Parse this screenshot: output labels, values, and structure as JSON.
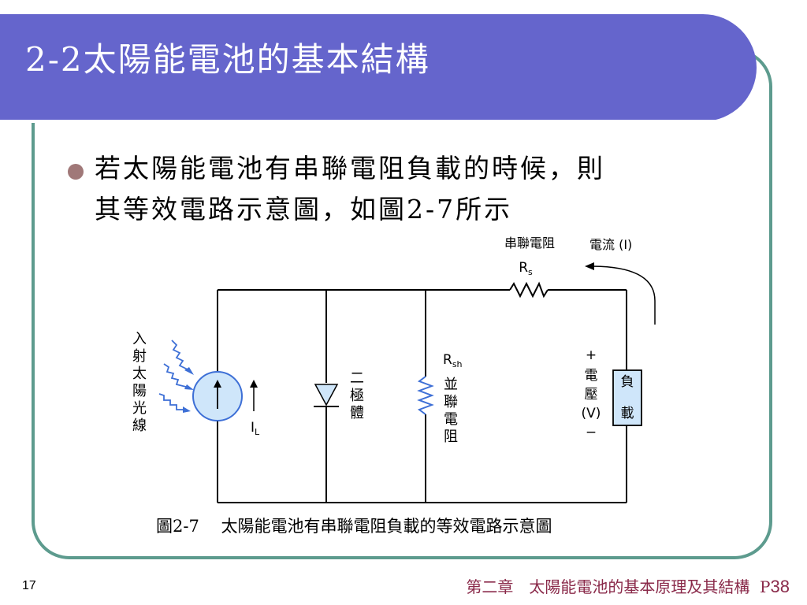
{
  "slide": {
    "title": "2-2太陽能電池的基本結構",
    "bullet_line1": "若太陽能電池有串聯電阻負載的時候，則",
    "bullet_line2": "其等效電路示意圖，如圖2-7所示",
    "slide_number": "17",
    "footer_chapter": "第二章　太陽能電池的基本原理及其結構",
    "footer_page_prefix": "P",
    "footer_page_number": "38"
  },
  "figure": {
    "caption": "圖2-7　 太陽能電池有串聯電阻負載的等效電路示意圖",
    "series_resistor_label": "串聯電阻",
    "series_resistor_symbol": "R",
    "series_resistor_sub": "s",
    "current_label": "電流 (I)",
    "incident_light_label": "入射太陽光線",
    "photocurrent_symbol": "I",
    "photocurrent_sub": "L",
    "diode_label": "二極體",
    "shunt_resistor_symbol": "R",
    "shunt_resistor_sub": "sh",
    "shunt_resistor_label": "並聯電阻",
    "voltage_plus": "+",
    "voltage_label_1": "電",
    "voltage_label_2": "壓",
    "voltage_label_3": "(V)",
    "voltage_minus": "−",
    "load_label_1": "負",
    "load_label_2": "載"
  },
  "colors": {
    "title_bar": "#6565cc",
    "frame_border": "#5d9b8e",
    "light_rays": "#3d6fd6",
    "source_fill": "#cfe6fa",
    "load_fill": "#cfe6fa",
    "footer_text": "#8a2a4a",
    "bullet": "#a07878"
  }
}
